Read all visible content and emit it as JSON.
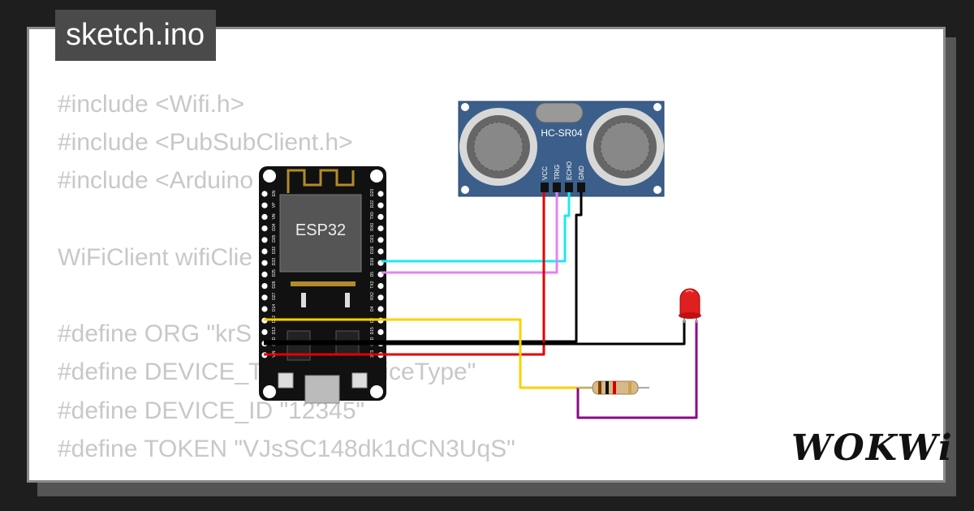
{
  "title": "sketch.ino",
  "code_lines": [
    "#include <Wifi.h>",
    "#include <PubSubClient.h>",
    "#include <Arduino",
    "",
    "WiFiClient wifiClie",
    "",
    "#define ORG \"krS",
    "#define DEVICE_TY         DeviceType\"",
    "#define DEVICE_ID \"12345\"",
    "#define TOKEN \"VJsSC148dk1dCN3UqS\""
  ],
  "esp32": {
    "label": "ESP32",
    "left_pins": [
      "EN",
      "VP",
      "VN",
      "D34",
      "D35",
      "D32",
      "D33",
      "D25",
      "D26",
      "D27",
      "D14",
      "D12",
      "D13",
      "GND",
      "VIN"
    ],
    "right_pins": [
      "D23",
      "D22",
      "TX0",
      "RX0",
      "D21",
      "D19",
      "D18",
      "D5",
      "TX2",
      "RX2",
      "D4",
      "D2",
      "D15",
      "GND",
      "3V3"
    ]
  },
  "sensor": {
    "label": "HC-SR04",
    "pins": [
      "VCC",
      "TRIG",
      "ECHO",
      "GND"
    ]
  },
  "wire_colors": {
    "echo": "#1de9f0",
    "trig": "#e780f0",
    "signal": "#ffd000",
    "ground": "#000000",
    "power": "#e30000",
    "led": "#8a0a8a"
  },
  "logo": "WOKWi"
}
